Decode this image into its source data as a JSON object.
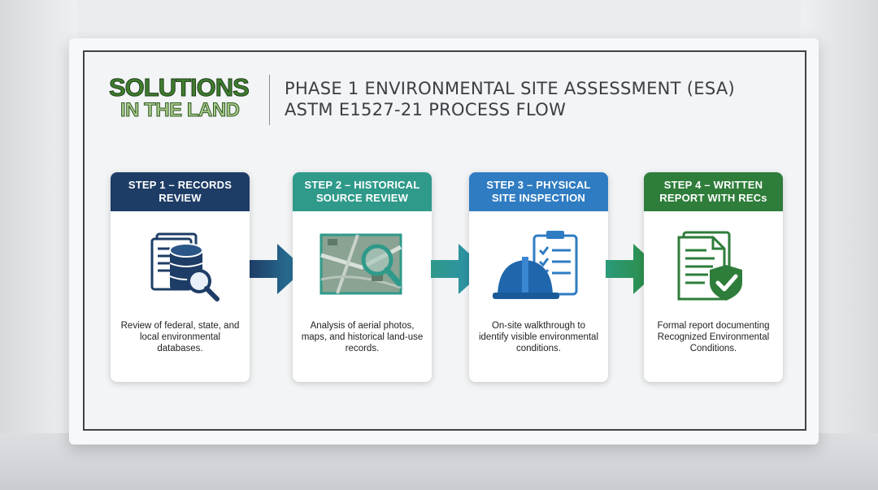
{
  "logo": {
    "line1": "SOLUTIONS",
    "line2": "IN THE LAND"
  },
  "title": {
    "line1": "PHASE 1 ENVIRONMENTAL SITE ASSESSMENT (ESA)",
    "line2": "ASTM E1527-21 PROCESS FLOW"
  },
  "colors": {
    "step1": "#1e3d66",
    "step2": "#2f9a8a",
    "step3": "#2f7cc2",
    "step4": "#2e7d3a"
  },
  "steps": [
    {
      "title": "STEP 1 – RECORDS REVIEW",
      "description": "Review of federal, state, and local environmental databases.",
      "icon": "documents-database-magnifier-icon"
    },
    {
      "title": "STEP 2 – HISTORICAL SOURCE REVIEW",
      "description": "Analysis of aerial photos, maps, and historical land-use records.",
      "icon": "aerial-map-magnifier-icon"
    },
    {
      "title": "STEP 3 – PHYSICAL SITE INSPECTION",
      "description": "On-site walkthrough to identify visible environmental conditions.",
      "icon": "hardhat-checklist-icon"
    },
    {
      "title": "STEP 4 – WRITTEN REPORT WITH RECs",
      "description": "Formal report documenting Recognized Environmental Conditions.",
      "icon": "report-shield-check-icon"
    }
  ]
}
